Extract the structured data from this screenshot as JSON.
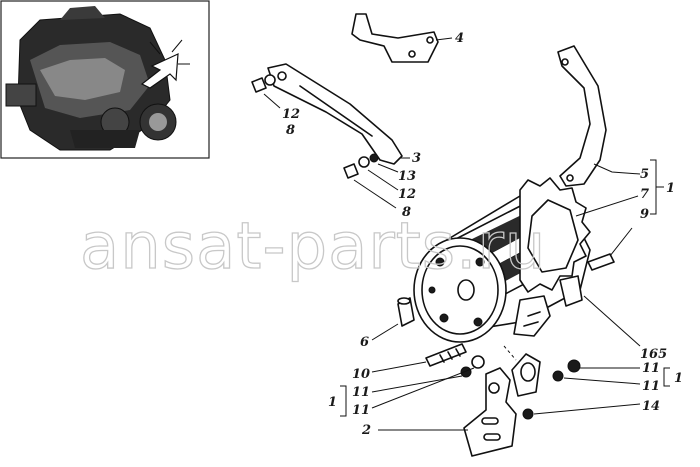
{
  "watermark": "ansat-parts.ru",
  "callouts": {
    "c4": "4",
    "c12a": "12",
    "c8a": "8",
    "c3": "3",
    "c13": "13",
    "c12b": "12",
    "c8b": "8",
    "c5": "5",
    "c7": "7",
    "c9": "9",
    "c1a": "1",
    "c6": "6",
    "c165": "165",
    "c10": "10",
    "c11a": "11",
    "c11b": "11",
    "c1b": "1",
    "c11c": "11",
    "c11d": "11",
    "c1c": "1",
    "c14": "14",
    "c2": "2"
  },
  "icons": {
    "engine_inset": "engine-thumbnail",
    "arrow": "location-arrow-icon"
  }
}
